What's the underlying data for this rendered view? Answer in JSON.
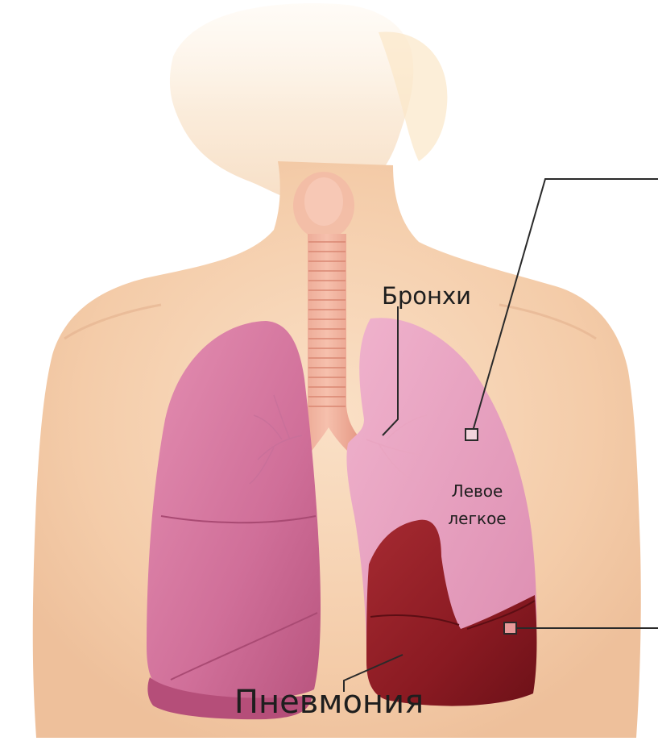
{
  "labels": {
    "bronchi": "Бронхи",
    "left_lung_line1": "Левое",
    "left_lung_line2": "легкое",
    "pneumonia": "Пневмония"
  },
  "colors": {
    "background": "#ffffff",
    "skin": "#f7d6ba",
    "healthy_lung": "#d9779f",
    "inflamed_lung": "#8f1c24",
    "trachea": "#f0a995",
    "leader_line": "#2a2a2a"
  }
}
